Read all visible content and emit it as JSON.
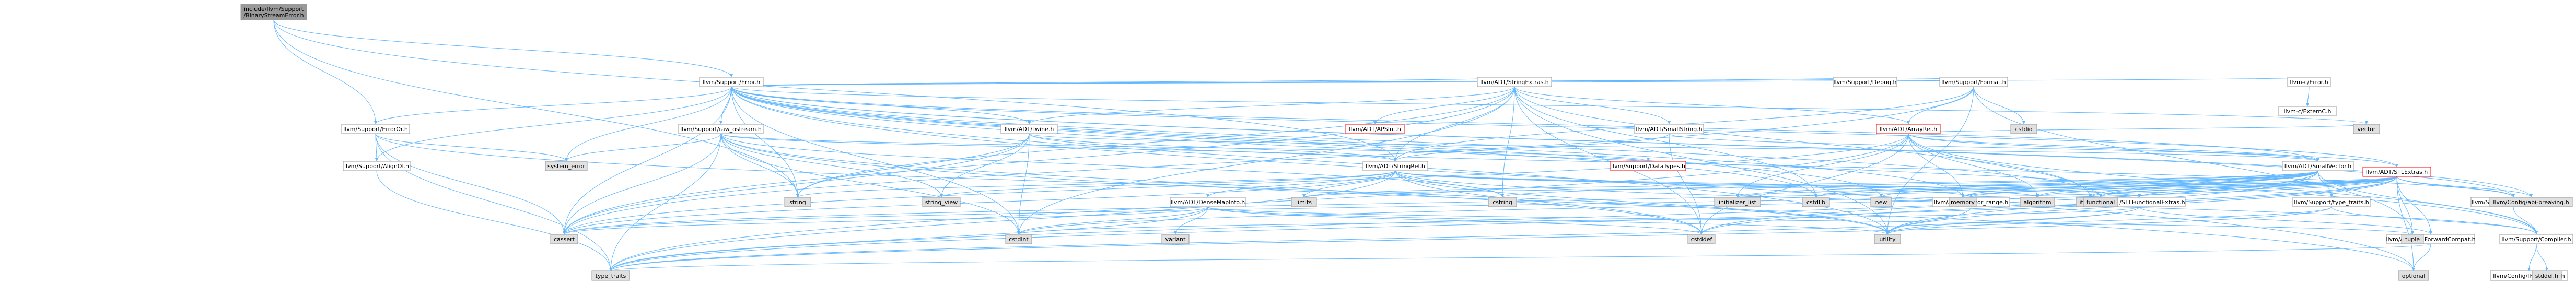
{
  "graph": {
    "nodes": [
      {
        "id": "root",
        "lines": [
          "include/llvm/Support",
          "/BinaryStreamError.h"
        ],
        "kind": "root"
      },
      {
        "id": "error",
        "lines": [
          "llvm/Support/Error.h"
        ],
        "kind": "file"
      },
      {
        "id": "errorc",
        "lines": [
          "llvm-c/Error.h"
        ],
        "kind": "file"
      },
      {
        "id": "externc",
        "lines": [
          "llvm-c/ExternC.h"
        ],
        "kind": "file"
      },
      {
        "id": "format",
        "lines": [
          "llvm/Support/Format.h"
        ],
        "kind": "file"
      },
      {
        "id": "debug",
        "lines": [
          "llvm/Support/Debug.h"
        ],
        "kind": "file"
      },
      {
        "id": "stringextras",
        "lines": [
          "llvm/ADT/StringExtras.h"
        ],
        "kind": "file"
      },
      {
        "id": "errorormod",
        "lines": [
          "llvm/Support/ErrorOr.h"
        ],
        "kind": "file"
      },
      {
        "id": "alignof",
        "lines": [
          "llvm/Support/AlignOf.h"
        ],
        "kind": "file"
      },
      {
        "id": "rawostream",
        "lines": [
          "llvm/Support/raw_ostream.h"
        ],
        "kind": "file"
      },
      {
        "id": "twine",
        "lines": [
          "llvm/ADT/Twine.h"
        ],
        "kind": "file"
      },
      {
        "id": "apsint",
        "lines": [
          "llvm/ADT/APSInt.h"
        ],
        "kind": "red"
      },
      {
        "id": "smallstring",
        "lines": [
          "llvm/ADT/SmallString.h"
        ],
        "kind": "file"
      },
      {
        "id": "arrayref",
        "lines": [
          "llvm/ADT/ArrayRef.h"
        ],
        "kind": "red"
      },
      {
        "id": "stringref",
        "lines": [
          "llvm/ADT/StringRef.h"
        ],
        "kind": "file"
      },
      {
        "id": "datatypes",
        "lines": [
          "llvm/Support/DataTypes.h"
        ],
        "kind": "red"
      },
      {
        "id": "smallvector",
        "lines": [
          "llvm/ADT/SmallVector.h"
        ],
        "kind": "file"
      },
      {
        "id": "stlextras",
        "lines": [
          "llvm/ADT/STLExtras.h"
        ],
        "kind": "red"
      },
      {
        "id": "densemapinfo",
        "lines": [
          "llvm/ADT/DenseMapInfo.h"
        ],
        "kind": "file"
      },
      {
        "id": "iterrange",
        "lines": [
          "llvm/ADT/iterator_range.h"
        ],
        "kind": "file"
      },
      {
        "id": "stlfunc",
        "lines": [
          "llvm/ADT/STLFunctionalExtras.h"
        ],
        "kind": "file"
      },
      {
        "id": "typetraits",
        "lines": [
          "llvm/Support/type_traits.h"
        ],
        "kind": "file"
      },
      {
        "id": "stlfwd",
        "lines": [
          "llvm/ADT/STLForwardCompat.h"
        ],
        "kind": "file"
      },
      {
        "id": "compiler",
        "lines": [
          "llvm/Support/Compiler.h"
        ],
        "kind": "file"
      },
      {
        "id": "errhandling",
        "lines": [
          "llvm/Support/ErrorHandling.h"
        ],
        "kind": "file"
      },
      {
        "id": "abibreaking",
        "lines": [
          "llvm/Config/abi-breaking.h"
        ],
        "kind": "sys"
      },
      {
        "id": "llvmconfig",
        "lines": [
          "llvm/Config/llvm-config.h"
        ],
        "kind": "file"
      },
      {
        "id": "cstdio",
        "lines": [
          "cstdio"
        ],
        "kind": "sys"
      },
      {
        "id": "vector",
        "lines": [
          "vector"
        ],
        "kind": "sys"
      },
      {
        "id": "systemerror",
        "lines": [
          "system_error"
        ],
        "kind": "sys"
      },
      {
        "id": "string",
        "lines": [
          "string"
        ],
        "kind": "sys"
      },
      {
        "id": "stringview",
        "lines": [
          "string_view"
        ],
        "kind": "sys"
      },
      {
        "id": "cstring",
        "lines": [
          "cstring"
        ],
        "kind": "sys"
      },
      {
        "id": "limits",
        "lines": [
          "limits"
        ],
        "kind": "sys"
      },
      {
        "id": "new",
        "lines": [
          "new"
        ],
        "kind": "sys"
      },
      {
        "id": "algorithm",
        "lines": [
          "algorithm"
        ],
        "kind": "sys"
      },
      {
        "id": "iterator",
        "lines": [
          "iterator"
        ],
        "kind": "sys"
      },
      {
        "id": "initlist",
        "lines": [
          "initializer_list"
        ],
        "kind": "sys"
      },
      {
        "id": "cstdlib",
        "lines": [
          "cstdlib"
        ],
        "kind": "sys"
      },
      {
        "id": "memory",
        "lines": [
          "memory"
        ],
        "kind": "sys"
      },
      {
        "id": "functional",
        "lines": [
          "functional"
        ],
        "kind": "sys"
      },
      {
        "id": "tuple",
        "lines": [
          "tuple"
        ],
        "kind": "sys"
      },
      {
        "id": "cstdint",
        "lines": [
          "cstdint"
        ],
        "kind": "sys"
      },
      {
        "id": "cassert",
        "lines": [
          "cassert"
        ],
        "kind": "sys"
      },
      {
        "id": "variant",
        "lines": [
          "variant"
        ],
        "kind": "sys"
      },
      {
        "id": "cstddef",
        "lines": [
          "cstddef"
        ],
        "kind": "sys"
      },
      {
        "id": "utility",
        "lines": [
          "utility"
        ],
        "kind": "sys"
      },
      {
        "id": "typetraitsstd",
        "lines": [
          "type_traits"
        ],
        "kind": "sys"
      },
      {
        "id": "optional",
        "lines": [
          "optional"
        ],
        "kind": "sys"
      },
      {
        "id": "stddef",
        "lines": [
          "stddef.h"
        ],
        "kind": "sys"
      }
    ],
    "edges": [
      [
        "root",
        "error"
      ],
      [
        "root",
        "errorormod"
      ],
      [
        "root",
        "string"
      ],
      [
        "root",
        "stringref"
      ],
      [
        "error",
        "errorc"
      ],
      [
        "error",
        "format"
      ],
      [
        "error",
        "debug"
      ],
      [
        "error",
        "stringextras"
      ],
      [
        "error",
        "errorormod"
      ],
      [
        "error",
        "alignof"
      ],
      [
        "error",
        "rawostream"
      ],
      [
        "error",
        "twine"
      ],
      [
        "error",
        "smallvector"
      ],
      [
        "error",
        "stlextras"
      ],
      [
        "error",
        "abibreaking"
      ],
      [
        "error",
        "compiler"
      ],
      [
        "error",
        "errhandling"
      ],
      [
        "error",
        "cassert"
      ],
      [
        "error",
        "cstdint"
      ],
      [
        "error",
        "cstdlib"
      ],
      [
        "error",
        "functional"
      ],
      [
        "error",
        "memory"
      ],
      [
        "error",
        "new"
      ],
      [
        "error",
        "optional"
      ],
      [
        "error",
        "string"
      ],
      [
        "error",
        "systemerror"
      ],
      [
        "error",
        "type_traits"
      ],
      [
        "error",
        "utility"
      ],
      [
        "error",
        "vector"
      ],
      [
        "errorc",
        "externc"
      ],
      [
        "format",
        "arrayref"
      ],
      [
        "format",
        "stringref"
      ],
      [
        "format",
        "cassert"
      ],
      [
        "format",
        "cstdio"
      ],
      [
        "format",
        "tuple"
      ],
      [
        "format",
        "utility"
      ],
      [
        "stringextras",
        "apsint"
      ],
      [
        "stringextras",
        "arrayref"
      ],
      [
        "stringextras",
        "smallstring"
      ],
      [
        "stringextras",
        "stringref"
      ],
      [
        "stringextras",
        "twine"
      ],
      [
        "stringextras",
        "cassert"
      ],
      [
        "stringextras",
        "cstddef"
      ],
      [
        "stringextras",
        "cstdint"
      ],
      [
        "stringextras",
        "cstdlib"
      ],
      [
        "stringextras",
        "cstring"
      ],
      [
        "stringextras",
        "iterator"
      ],
      [
        "stringextras",
        "string"
      ],
      [
        "stringextras",
        "utility"
      ],
      [
        "errorormod",
        "alignof"
      ],
      [
        "errorormod",
        "cassert"
      ],
      [
        "errorormod",
        "systemerror"
      ],
      [
        "errorormod",
        "typetraitsstd"
      ],
      [
        "errorormod",
        "utility"
      ],
      [
        "alignof",
        "typetraitsstd"
      ],
      [
        "rawostream",
        "stringref"
      ],
      [
        "rawostream",
        "datatypes"
      ],
      [
        "rawostream",
        "cassert"
      ],
      [
        "rawostream",
        "cstddef"
      ],
      [
        "rawostream",
        "cstdint"
      ],
      [
        "rawostream",
        "cstring"
      ],
      [
        "rawostream",
        "optional"
      ],
      [
        "rawostream",
        "string"
      ],
      [
        "rawostream",
        "stringview"
      ],
      [
        "rawostream",
        "systemerror"
      ],
      [
        "rawostream",
        "typetraitsstd"
      ],
      [
        "twine",
        "smallvector"
      ],
      [
        "twine",
        "stringref"
      ],
      [
        "twine",
        "errhandling"
      ],
      [
        "twine",
        "cassert"
      ],
      [
        "twine",
        "cstdint"
      ],
      [
        "twine",
        "string"
      ],
      [
        "twine",
        "stringview"
      ],
      [
        "smallstring",
        "smallvector"
      ],
      [
        "smallstring",
        "stringref"
      ],
      [
        "smallstring",
        "cstddef"
      ],
      [
        "arrayref",
        "smallvector"
      ],
      [
        "arrayref",
        "stlextras"
      ],
      [
        "arrayref",
        "compiler"
      ],
      [
        "arrayref",
        "algorithm"
      ],
      [
        "arrayref",
        "array"
      ],
      [
        "arrayref",
        "cassert"
      ],
      [
        "arrayref",
        "cstddef"
      ],
      [
        "arrayref",
        "initlist"
      ],
      [
        "arrayref",
        "iterator"
      ],
      [
        "arrayref",
        "memory"
      ],
      [
        "arrayref",
        "typetraitsstd"
      ],
      [
        "arrayref",
        "vector"
      ],
      [
        "stringref",
        "densemapinfo"
      ],
      [
        "stringref",
        "stlfunc"
      ],
      [
        "stringref",
        "iterrange"
      ],
      [
        "stringref",
        "compiler"
      ],
      [
        "stringref",
        "algorithm"
      ],
      [
        "stringref",
        "cassert"
      ],
      [
        "stringref",
        "cstddef"
      ],
      [
        "stringref",
        "cstring"
      ],
      [
        "stringref",
        "limits"
      ],
      [
        "stringref",
        "string"
      ],
      [
        "stringref",
        "stringview"
      ],
      [
        "stringref",
        "typetraitsstd"
      ],
      [
        "stringref",
        "utility"
      ],
      [
        "smallvector",
        "compiler"
      ],
      [
        "smallvector",
        "typetraits"
      ],
      [
        "smallvector",
        "algorithm"
      ],
      [
        "smallvector",
        "cassert"
      ],
      [
        "smallvector",
        "cstddef"
      ],
      [
        "smallvector",
        "cstdlib"
      ],
      [
        "smallvector",
        "cstring"
      ],
      [
        "smallvector",
        "functional"
      ],
      [
        "smallvector",
        "initlist"
      ],
      [
        "smallvector",
        "iterator"
      ],
      [
        "smallvector",
        "limits"
      ],
      [
        "smallvector",
        "memory"
      ],
      [
        "smallvector",
        "new"
      ],
      [
        "smallvector",
        "typetraitsstd"
      ],
      [
        "smallvector",
        "utility"
      ],
      [
        "stlextras",
        "stlfwd"
      ],
      [
        "stlextras",
        "stlfunc"
      ],
      [
        "stlextras",
        "iterrange"
      ],
      [
        "stlextras",
        "abibreaking"
      ],
      [
        "stlextras",
        "errhandling"
      ],
      [
        "stlextras",
        "algorithm"
      ],
      [
        "stlextras",
        "cassert"
      ],
      [
        "stlextras",
        "cstddef"
      ],
      [
        "stlextras",
        "cstdint"
      ],
      [
        "stlextras",
        "cstdlib"
      ],
      [
        "stlextras",
        "functional"
      ],
      [
        "stlextras",
        "initlist"
      ],
      [
        "stlextras",
        "iterator"
      ],
      [
        "stlextras",
        "limits"
      ],
      [
        "stlextras",
        "memory"
      ],
      [
        "stlextras",
        "optional"
      ],
      [
        "stlextras",
        "tuple"
      ],
      [
        "stlextras",
        "typetraitsstd"
      ],
      [
        "stlextras",
        "utility"
      ],
      [
        "densemapinfo",
        "cassert"
      ],
      [
        "densemapinfo",
        "cstddef"
      ],
      [
        "densemapinfo",
        "cstdint"
      ],
      [
        "densemapinfo",
        "tuple"
      ],
      [
        "densemapinfo",
        "typetraitsstd"
      ],
      [
        "densemapinfo",
        "utility"
      ],
      [
        "densemapinfo",
        "variant"
      ],
      [
        "iterrange",
        "utility"
      ],
      [
        "stlfunc",
        "stlfwd"
      ],
      [
        "stlfunc",
        "cstdint"
      ],
      [
        "stlfunc",
        "typetraitsstd"
      ],
      [
        "stlfunc",
        "utility"
      ],
      [
        "typetraits",
        "compiler"
      ],
      [
        "typetraits",
        "typetraitsstd"
      ],
      [
        "typetraits",
        "utility"
      ],
      [
        "stlfwd",
        "optional"
      ],
      [
        "stlfwd",
        "typetraitsstd"
      ],
      [
        "compiler",
        "llvmconfig"
      ],
      [
        "compiler",
        "stddef"
      ],
      [
        "errhandling",
        "compiler"
      ]
    ]
  }
}
